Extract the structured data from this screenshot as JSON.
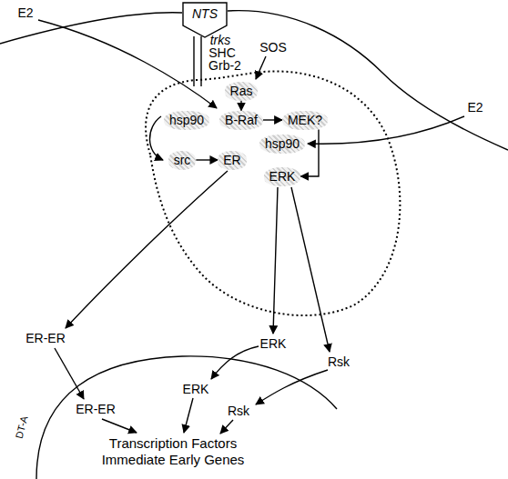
{
  "diagram": {
    "nodes": [
      {
        "text": [
          "NTS"
        ]
      },
      {
        "text": [
          "Ras"
        ]
      },
      {
        "text": [
          "hsp90"
        ]
      },
      {
        "text": [
          "B-Raf"
        ]
      },
      {
        "text": [
          "MEK?"
        ]
      },
      {
        "text": [
          "src"
        ]
      },
      {
        "text": [
          "ER"
        ]
      },
      {
        "text": [
          "hsp90"
        ]
      },
      {
        "text": [
          "ERK"
        ]
      }
    ],
    "edges": [
      {
        "from": 1,
        "to": 3,
        "arrow": "to"
      },
      {
        "from": 3,
        "to": 4,
        "arrow": "to"
      },
      {
        "from": 4,
        "to": 8,
        "arrow": "to"
      },
      {
        "from": 5,
        "to": 6,
        "arrow": "to"
      }
    ],
    "labels": [
      "E2",
      "trks",
      "SHC",
      "Grb-2",
      "SOS",
      "E2",
      "ER-ER",
      "ER-ER",
      "ERK",
      "ERK",
      "Rsk",
      "Rsk",
      "Transcription Factors",
      "Immediate Early Genes",
      "DT-A"
    ]
  }
}
